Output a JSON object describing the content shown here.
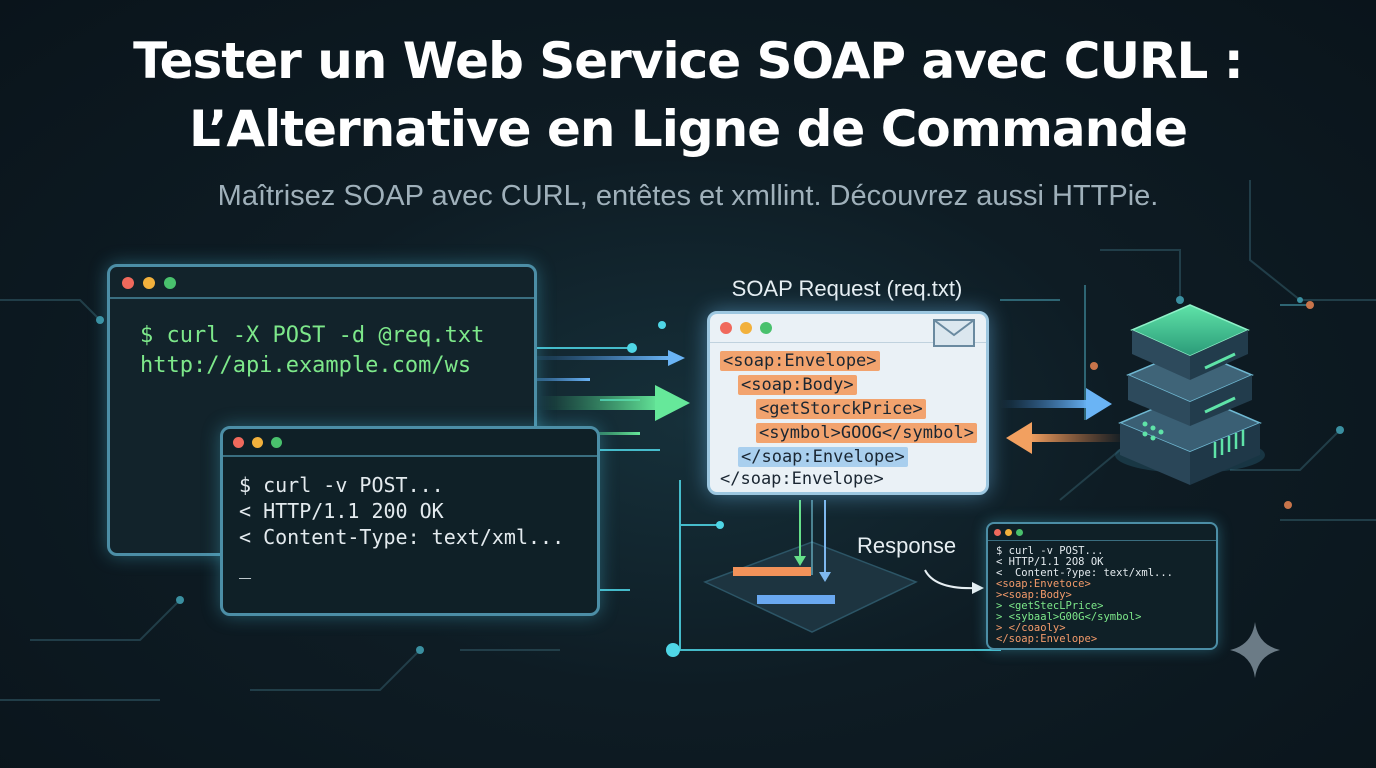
{
  "title_line1": "Tester un Web Service SOAP avec CURL :",
  "title_line2": "L’Alternative en Ligne de Commande",
  "subtitle": "Maîtrisez SOAP avec CURL, entêtes et xmllint. Découvrez aussi HTTPie.",
  "main_terminal": {
    "line1": "$ curl -X POST -d @req.txt",
    "line2": "http://api.example.com/ws"
  },
  "verbose_terminal": {
    "line1": "$ curl -v POST...",
    "line2": "< HTTP/1.1 200 OK",
    "line3": "< Content-Type: text/xml...",
    "cursor": "_"
  },
  "soap_request": {
    "label": "SOAP Request (req.txt)",
    "lines": [
      "<soap:Envelope>",
      "<soap:Body>",
      "<getStorckPrice>",
      "<symbol>GOOG</symbol>",
      "</soap:Envelope>",
      "</soap:Envelope>"
    ]
  },
  "response_label": "Response",
  "response_terminal": {
    "lines": [
      "$ curl -v POST...",
      "< HTTP/1.1 2O8 OK",
      "<  Content-?ype: text/xml...",
      "<soap:Envetoce>",
      "><soap:Body>",
      "> <getStecLPrice>",
      "> <sybaal>G00G</symbol>",
      "> </coaoly>",
      "</soap:Envelope>"
    ]
  },
  "colors": {
    "accent_cyan": "#4fd6e6",
    "accent_green": "#66e08a",
    "accent_orange": "#f29a6a",
    "accent_blue": "#6aaef0",
    "server_green": "#3fd28a"
  },
  "icons": [
    "envelope-icon",
    "server-icon",
    "sparkle-icon",
    "document-stack-icon"
  ]
}
